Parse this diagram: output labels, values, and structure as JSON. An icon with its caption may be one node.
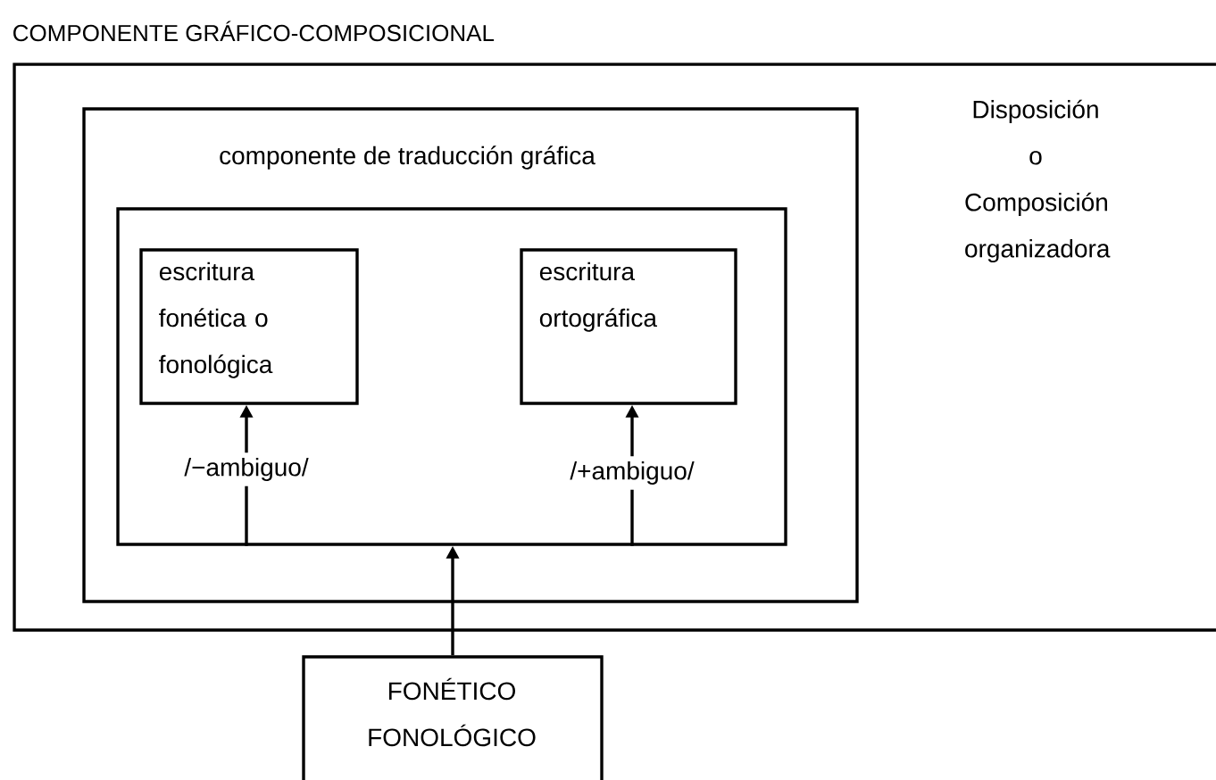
{
  "diagram": {
    "nodes": [
      {
        "text": [
          "COMPONENTE GRÁFICO-COMPOSICIONAL",
          "Disposición o Composición organizadora"
        ]
      },
      {
        "text": [
          "componente de traducción gráfica"
        ],
        "in": 0
      },
      {
        "text": [],
        "shape": "box",
        "in": 1
      },
      {
        "text": [
          "escritura fonética o fonológica"
        ],
        "in": 2
      },
      {
        "text": [
          "escritura ortográfica"
        ],
        "in": 2
      },
      {
        "text": [
          "/−ambiguo/"
        ],
        "in": 2
      },
      {
        "text": [
          "/+ambiguo/"
        ],
        "in": 2
      },
      {
        "text": [
          "FONÉTICO FONOLÓGICO"
        ]
      }
    ],
    "edges": [
      {
        "from": 2,
        "to": 5,
        "arrow": "none"
      },
      {
        "from": 5,
        "to": 3,
        "arrow": "to"
      },
      {
        "from": 2,
        "to": 6,
        "arrow": "none"
      },
      {
        "from": 6,
        "to": 4,
        "arrow": "to"
      },
      {
        "from": 7,
        "to": 2,
        "arrow": "to"
      }
    ]
  }
}
